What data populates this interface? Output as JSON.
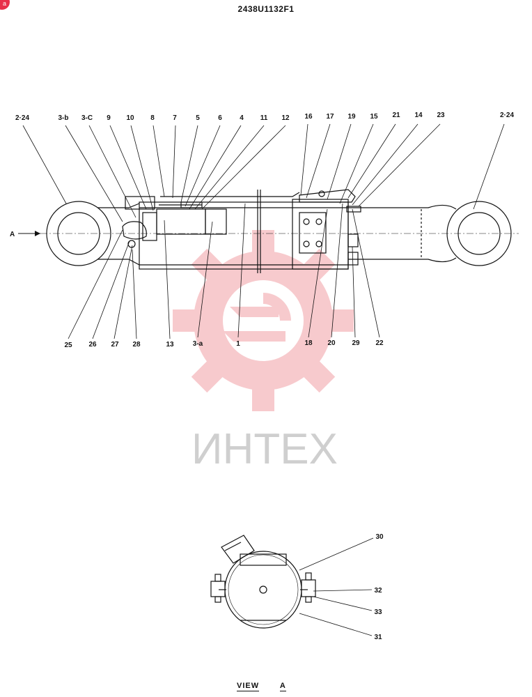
{
  "document_id": "2438U1132F1",
  "corner_badge": "a",
  "view_arrow_label": "A",
  "watermark_text": "ИНТЕХ",
  "watermark_color": "#f2a0a6",
  "top_callouts": [
    "2·24",
    "3-b",
    "3-C",
    "9",
    "10",
    "8",
    "7",
    "5",
    "6",
    "4",
    "11",
    "12",
    "16",
    "17",
    "19",
    "15",
    "21",
    "14",
    "23",
    "2·24"
  ],
  "bottom_callouts": [
    "25",
    "26",
    "27",
    "28",
    "13",
    "3-a",
    "1",
    "18",
    "20",
    "29",
    "22"
  ],
  "view_callouts": [
    "30",
    "32",
    "33",
    "31"
  ],
  "view_title": {
    "prefix": "VIEW",
    "letter": "A"
  }
}
